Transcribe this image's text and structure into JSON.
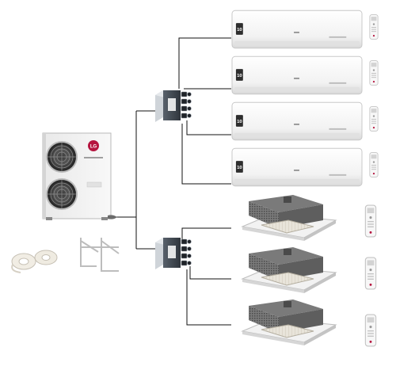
{
  "outdoor_unit": {
    "brand_logo": "LG",
    "icon": "outdoor-condenser-unit-icon"
  },
  "accessories": {
    "icons": [
      "insulated-copper-pipe-coil-icon",
      "wall-mounting-bracket-icon"
    ]
  },
  "branch_boxes": [
    {
      "icon": "refrigerant-branch-distribution-box-icon",
      "ports": 4
    },
    {
      "icon": "refrigerant-branch-distribution-box-icon",
      "ports": 4
    }
  ],
  "indoor_units": [
    {
      "type": "wall-mounted",
      "badge": "10",
      "icon": "wall-split-ac-icon"
    },
    {
      "type": "wall-mounted",
      "badge": "10",
      "icon": "wall-split-ac-icon"
    },
    {
      "type": "wall-mounted",
      "badge": "10",
      "icon": "wall-split-ac-icon"
    },
    {
      "type": "wall-mounted",
      "badge": "10",
      "icon": "wall-split-ac-icon"
    },
    {
      "type": "cassette",
      "icon": "ceiling-cassette-ac-icon"
    },
    {
      "type": "cassette",
      "icon": "ceiling-cassette-ac-icon"
    },
    {
      "type": "cassette",
      "icon": "ceiling-cassette-ac-icon"
    }
  ],
  "colors": {
    "line": "#111111",
    "unit_body": "#f4f4f4",
    "cassette_grey": "#6d6d6d",
    "logo_red": "#b5153f",
    "box_dark": "#3e4650"
  }
}
